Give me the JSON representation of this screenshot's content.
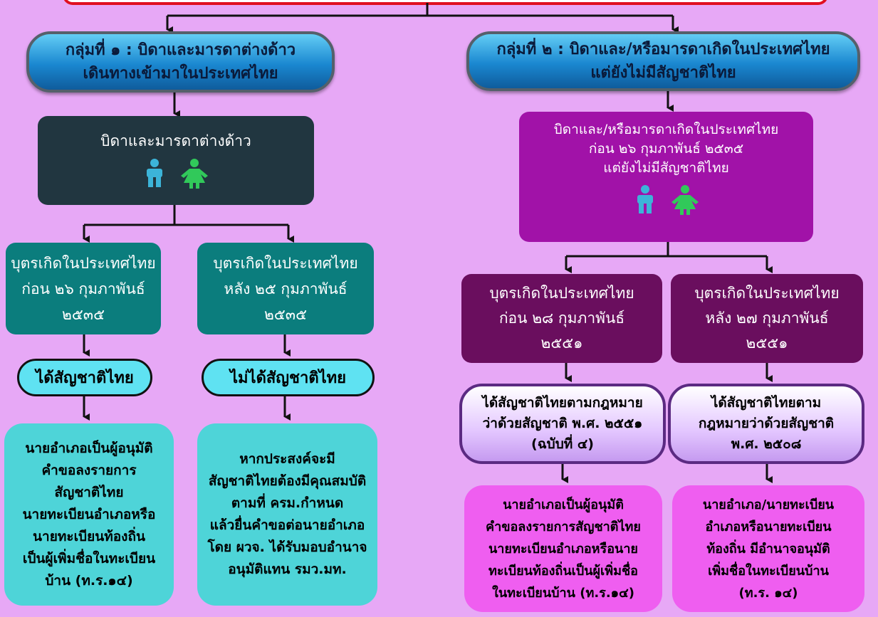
{
  "group1": {
    "header": [
      "กลุ่มที่ ๑ : บิดาและมารดาต่างด้าว",
      "เดินทางเข้ามาในประเทศไทย"
    ],
    "parents": [
      "บิดาและมารดาต่างด้าว"
    ],
    "left": {
      "condition": [
        "บุตรเกิดในประเทศไทย",
        "ก่อน ๒๖ กุมภาพันธ์",
        "๒๕๓๕"
      ],
      "status": "ได้สัญชาติไทย",
      "result": [
        "นายอำเภอเป็นผู้อนุมัติ",
        "คำขอลงรายการ",
        "สัญชาติไทย",
        "นายทะเบียนอำเภอหรือ",
        "นายทะเบียนท้องถิ่น",
        "เป็นผู้เพิ่มชื่อในทะเบียน",
        "บ้าน (ท.ร.๑๔)"
      ]
    },
    "right": {
      "condition": [
        "บุตรเกิดในประเทศไทย",
        "หลัง ๒๕ กุมภาพันธ์",
        "๒๕๓๕"
      ],
      "status": "ไม่ได้สัญชาติไทย",
      "result": [
        "หากประสงค์จะมี",
        "สัญชาติไทยต้องมีคุณสมบัติ",
        "ตามที่ ครม.กำหนด",
        "แล้วยื่นคำขอต่อนายอำเภอ",
        "โดย ผวจ. ได้รับมอบอำนาจ",
        "อนุมัติแทน รมว.มท."
      ]
    }
  },
  "group2": {
    "header": [
      "กลุ่มที่ ๒ : บิดาและ/หรือมารดาเกิดในประเทศไทย",
      "แต่ยังไม่มีสัญชาติไทย"
    ],
    "parents": [
      "บิดาและ/หรือมารดาเกิดในประเทศไทย",
      "ก่อน ๒๖ กุมภาพันธ์ ๒๕๓๕",
      "แต่ยังไม่มีสัญชาติไทย"
    ],
    "left": {
      "condition": [
        "บุตรเกิดในประเทศไทย",
        "ก่อน ๒๘ กุมภาพันธ์",
        "๒๕๕๑"
      ],
      "status": [
        "ได้สัญชาติไทยตามกฎหมาย",
        "ว่าด้วยสัญชาติ พ.ศ. ๒๕๕๑",
        "(ฉบับที่ ๔)"
      ],
      "result": [
        "นายอำเภอเป็นผู้อนุมัติ",
        "คำขอลงรายการสัญชาติไทย",
        "นายทะเบียนอำเภอหรือนาย",
        "ทะเบียนท้องถิ่นเป็นผู้เพิ่มชื่อ",
        "ในทะเบียนบ้าน (ท.ร.๑๔)"
      ]
    },
    "right": {
      "condition": [
        "บุตรเกิดในประเทศไทย",
        "หลัง  ๒๗ กุมภาพันธ์",
        "๒๕๕๑"
      ],
      "status": [
        "ได้สัญชาติไทยตาม",
        "กฎหมายว่าด้วยสัญชาติ",
        "พ.ศ. ๒๕๐๘"
      ],
      "result": [
        "นายอำเภอ/นายทะเบียน",
        "อำเภอหรือนายทะเบียน",
        "ท้องถิ่น มีอำนาจอนุมัติ",
        "เพิ่มชื่อในทะเบียนบ้าน",
        "(ท.ร. ๑๔)"
      ]
    }
  },
  "colors": {
    "background": "#e7a8f6",
    "header_blue": "#1a87d0",
    "dark_navy": "#213640",
    "purple": "#a112a8",
    "teal": "#0b7d7d",
    "maroon": "#6a0e5e",
    "cyan_pill": "#5fe2f2",
    "cyan_result": "#4ed4d8",
    "pink_result": "#ef5ef0",
    "male_icon": "#3cb4d8",
    "female_icon": "#31c95a",
    "top_border": "#e01020"
  }
}
